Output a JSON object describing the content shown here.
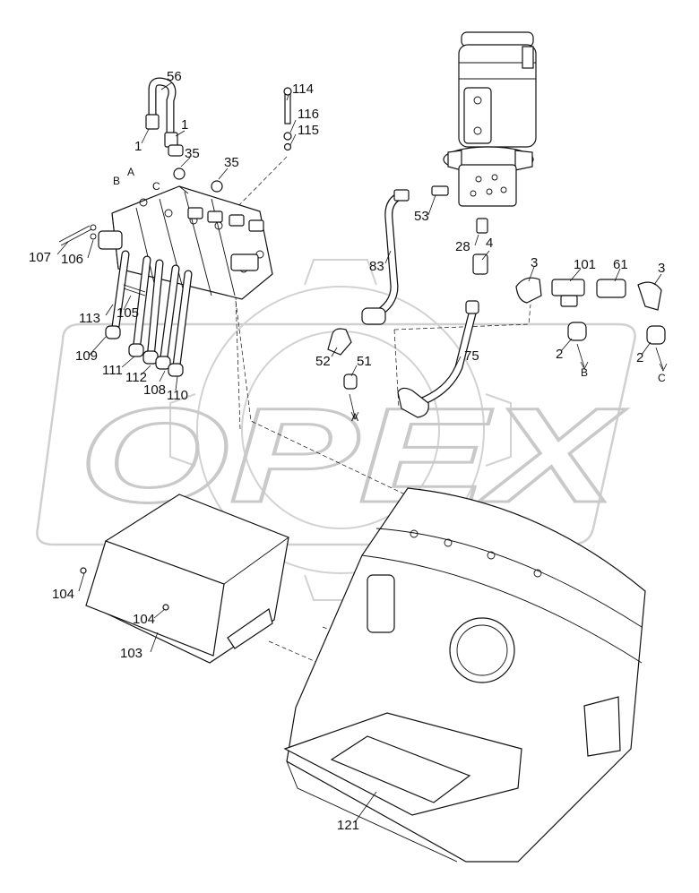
{
  "watermark": {
    "text": "OPEX"
  },
  "labels": [
    {
      "id": "l56",
      "text": "56"
    },
    {
      "id": "l1a",
      "text": "1"
    },
    {
      "id": "l1b",
      "text": "1"
    },
    {
      "id": "l35a",
      "text": "35"
    },
    {
      "id": "l35b",
      "text": "35"
    },
    {
      "id": "lA1",
      "text": "A"
    },
    {
      "id": "lB1",
      "text": "B"
    },
    {
      "id": "lC1",
      "text": "C"
    },
    {
      "id": "l114",
      "text": "114"
    },
    {
      "id": "l116",
      "text": "116"
    },
    {
      "id": "l115",
      "text": "115"
    },
    {
      "id": "l107",
      "text": "107"
    },
    {
      "id": "l106",
      "text": "106"
    },
    {
      "id": "l113",
      "text": "113"
    },
    {
      "id": "l105",
      "text": "105"
    },
    {
      "id": "l109",
      "text": "109"
    },
    {
      "id": "l111",
      "text": "111"
    },
    {
      "id": "l112",
      "text": "112"
    },
    {
      "id": "l108",
      "text": "108"
    },
    {
      "id": "l110",
      "text": "110"
    },
    {
      "id": "l53",
      "text": "53"
    },
    {
      "id": "l83",
      "text": "83"
    },
    {
      "id": "l28",
      "text": "28"
    },
    {
      "id": "l4",
      "text": "4"
    },
    {
      "id": "l3a",
      "text": "3"
    },
    {
      "id": "l101",
      "text": "101"
    },
    {
      "id": "l61",
      "text": "61"
    },
    {
      "id": "l3b",
      "text": "3"
    },
    {
      "id": "l52",
      "text": "52"
    },
    {
      "id": "l51",
      "text": "51"
    },
    {
      "id": "l75",
      "text": "75"
    },
    {
      "id": "lA2",
      "text": "A"
    },
    {
      "id": "l2a",
      "text": "2"
    },
    {
      "id": "lB2",
      "text": "B"
    },
    {
      "id": "l2b",
      "text": "2"
    },
    {
      "id": "lC2",
      "text": "C"
    },
    {
      "id": "l104a",
      "text": "104"
    },
    {
      "id": "l104b",
      "text": "104"
    },
    {
      "id": "l103",
      "text": "103"
    },
    {
      "id": "l121",
      "text": "121"
    }
  ]
}
